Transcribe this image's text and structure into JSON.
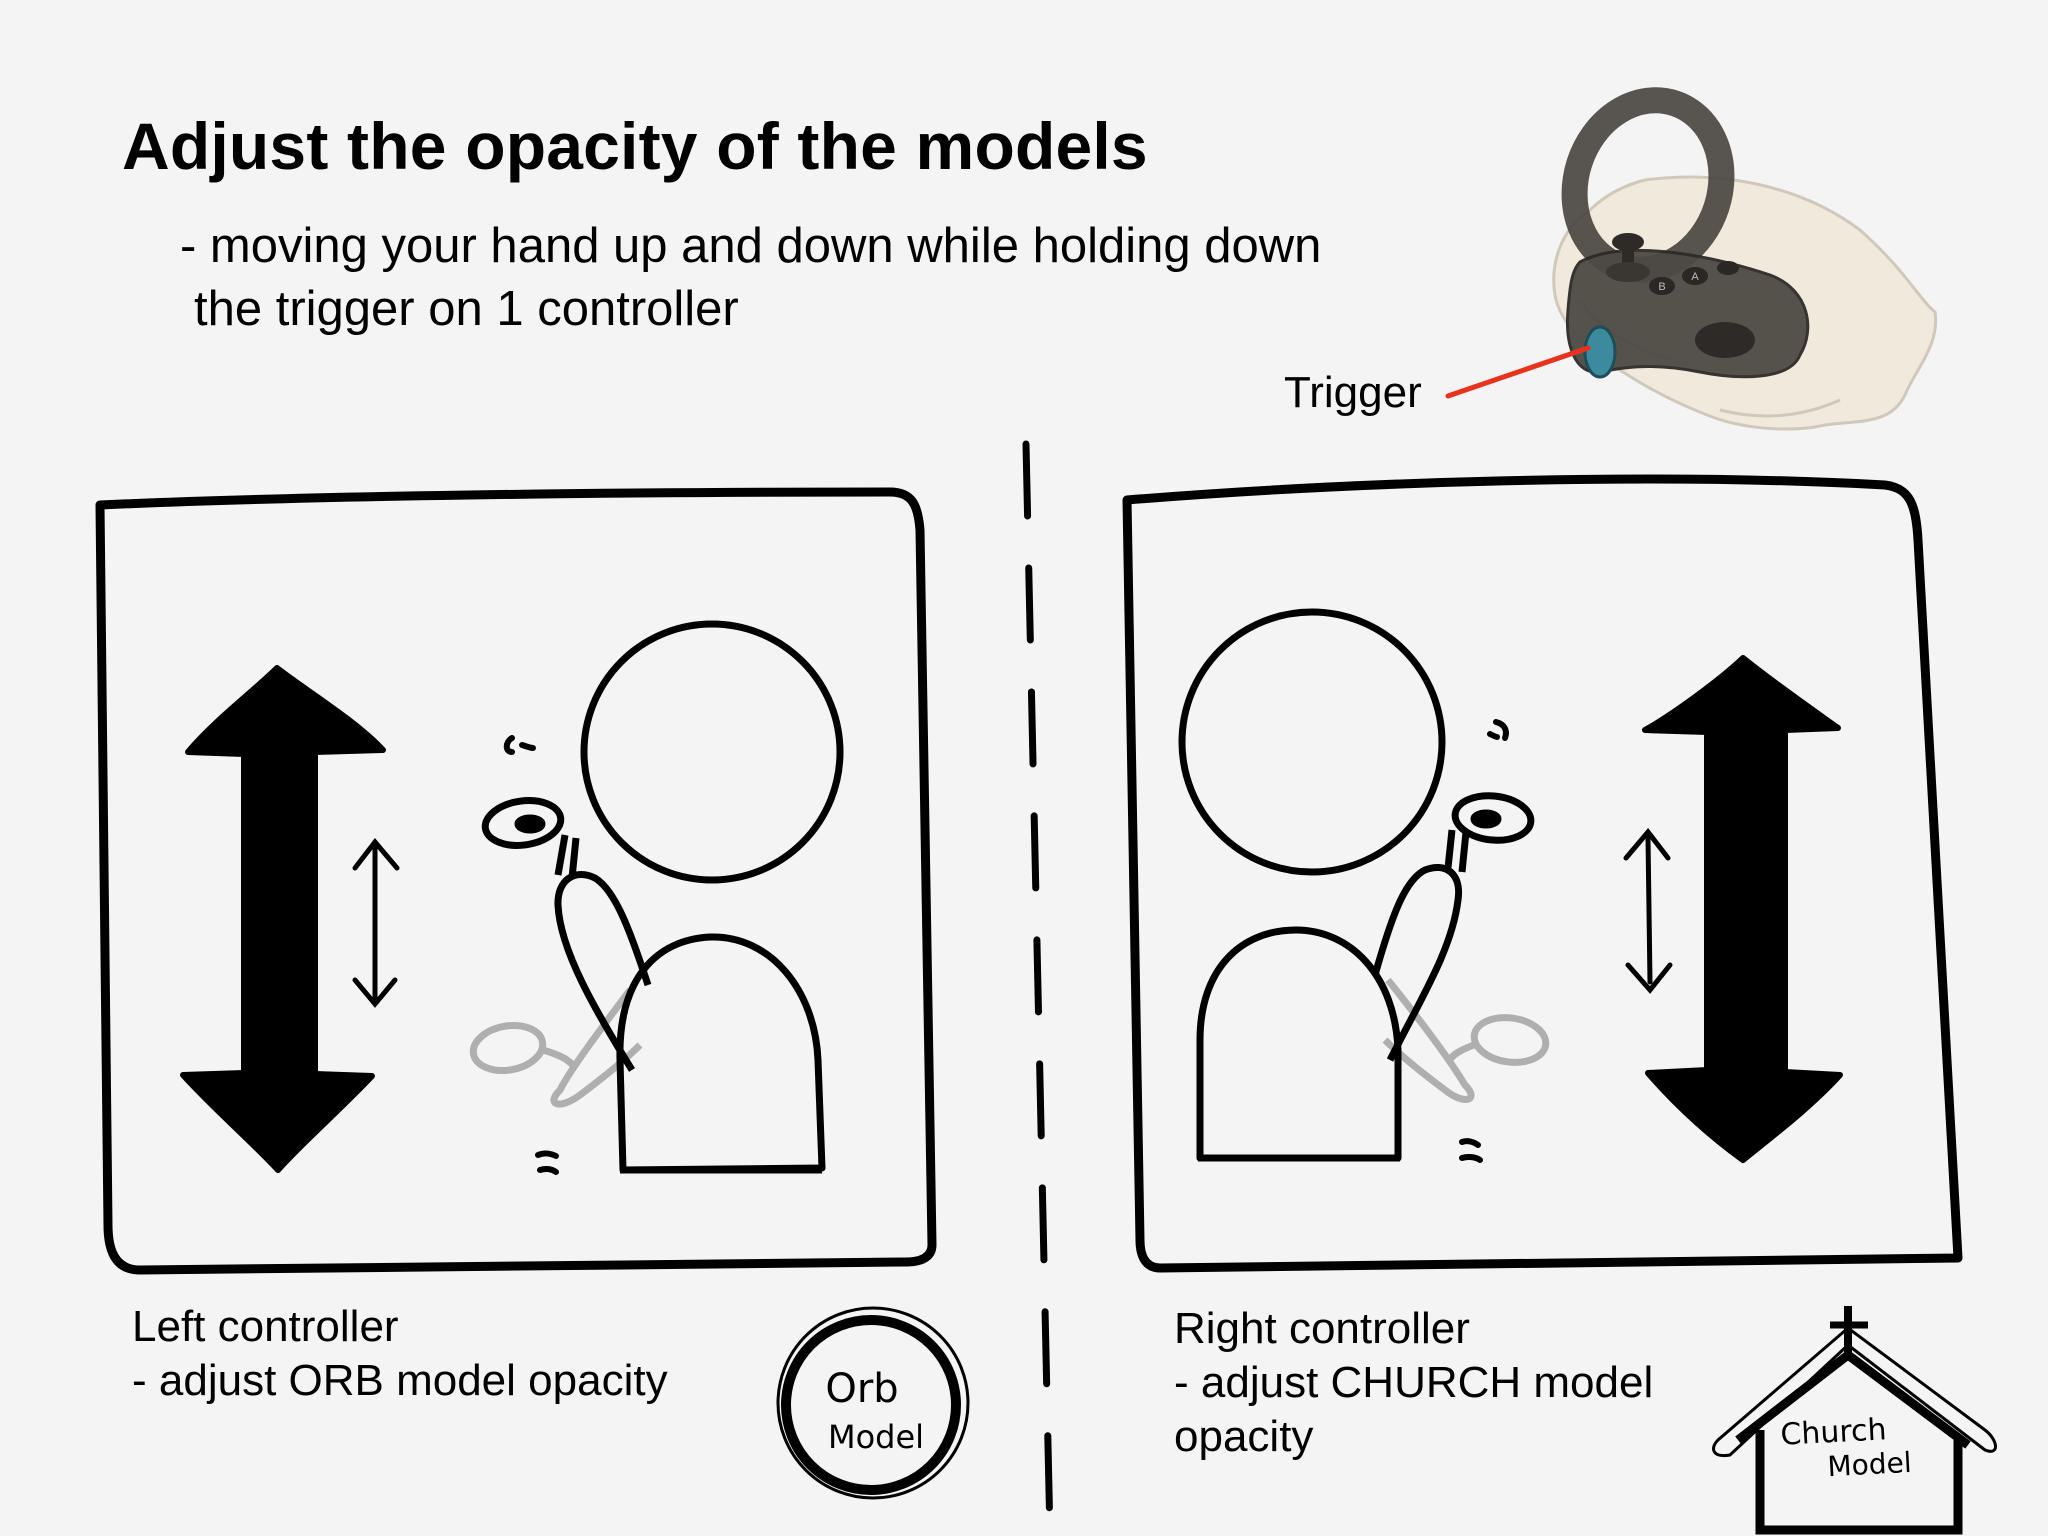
{
  "header": {
    "title": "Adjust the opacity of the models",
    "subtitle_line1": "- moving your hand up and down while holding down",
    "subtitle_line2": "the trigger on 1 controller"
  },
  "controller": {
    "trigger_label": "Trigger",
    "button_b": "B",
    "button_a": "A"
  },
  "left_panel": {
    "caption_line1": "Left controller",
    "caption_line2": "- adjust ORB model opacity",
    "badge_line1": "Orb",
    "badge_line2": "Model"
  },
  "right_panel": {
    "caption_line1": "Right controller",
    "caption_line2": "- adjust CHURCH model",
    "caption_line3": "opacity",
    "badge_line1": "Church",
    "badge_line2": "Model"
  },
  "colors": {
    "ink": "#000000",
    "pointer": "#e8321e",
    "trigger_button": "#3b8a9e",
    "ghost": "#a8a8a8"
  }
}
